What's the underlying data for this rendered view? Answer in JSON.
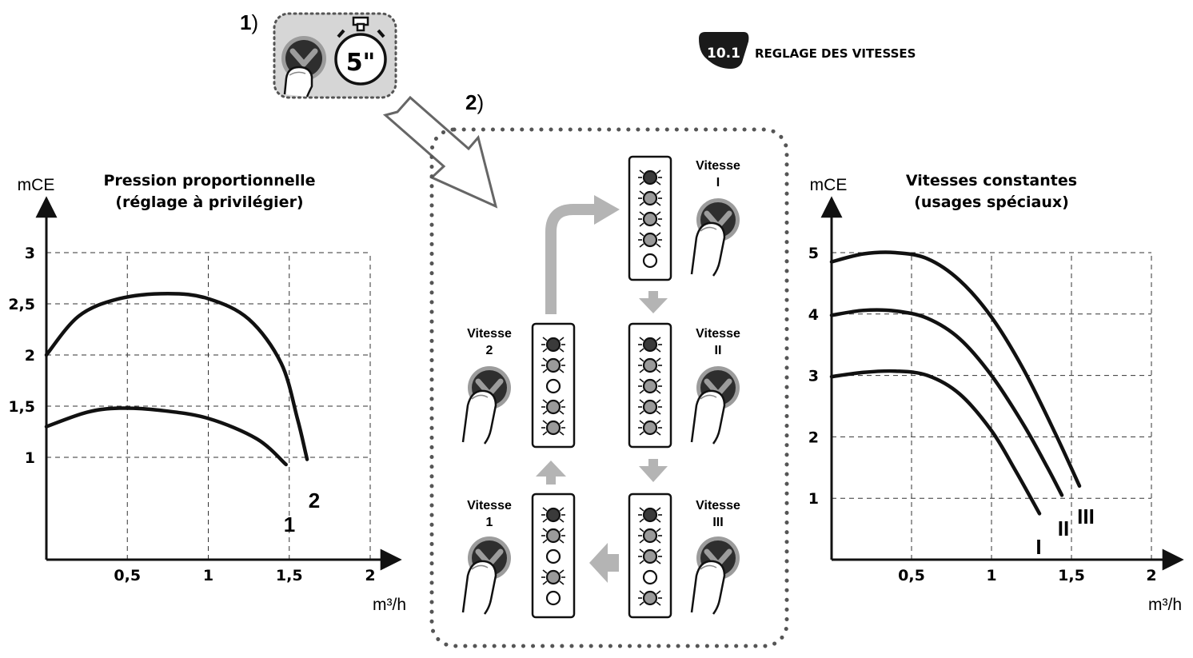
{
  "header": {
    "badge": "10.1",
    "section_title": "REGLAGE DES VITESSES"
  },
  "steps": {
    "step1": "1",
    "step2": "2",
    "step_suffix": ")",
    "timer_label": "5\""
  },
  "icons": {
    "button": "checkmark-button-icon",
    "finger": "finger-press-icon",
    "timer": "stopwatch-icon",
    "arrow": "flow-arrow-icon",
    "led": "led-indicator-icon"
  },
  "colors": {
    "led_on": "#3a3a3a",
    "led_mid": "#9a9a9a",
    "led_off": "#ffffff",
    "button_gray": "#9c9c9c",
    "arrow_gray": "#b4b4b4",
    "panel_gray": "#d6d6d6"
  },
  "speeds": [
    {
      "id": "I",
      "label_line1": "Vitesse",
      "label_line2": "I",
      "leds": [
        "on",
        "mid",
        "mid",
        "mid",
        "off"
      ]
    },
    {
      "id": "II",
      "label_line1": "Vitesse",
      "label_line2": "II",
      "leds": [
        "on",
        "mid",
        "mid",
        "mid",
        "mid"
      ]
    },
    {
      "id": "III",
      "label_line1": "Vitesse",
      "label_line2": "III",
      "leds": [
        "on",
        "mid",
        "mid",
        "off",
        "mid"
      ]
    },
    {
      "id": "1",
      "label_line1": "Vitesse",
      "label_line2": "1",
      "leds": [
        "on",
        "mid",
        "off",
        "mid",
        "off"
      ]
    },
    {
      "id": "2",
      "label_line1": "Vitesse",
      "label_line2": "2",
      "leds": [
        "on",
        "mid",
        "off",
        "mid",
        "mid"
      ]
    }
  ],
  "chart_data": [
    {
      "type": "line",
      "title": "Pression proportionnelle",
      "subtitle": "(réglage à privilégier)",
      "xlabel": "m³/h",
      "ylabel": "mCE",
      "xlim": [
        0,
        2.2
      ],
      "ylim": [
        0,
        3.4
      ],
      "xticks": [
        0.5,
        1,
        1.5,
        2
      ],
      "xtick_labels": [
        "0,5",
        "1",
        "1,5",
        "2"
      ],
      "yticks": [
        1,
        1.5,
        2,
        2.5,
        3
      ],
      "ytick_labels": [
        "1",
        "1,5",
        "2",
        "2,5",
        "3"
      ],
      "grid": "dashed",
      "series": [
        {
          "name": "1",
          "x": [
            0,
            0.25,
            0.45,
            0.7,
            1.0,
            1.3,
            1.48
          ],
          "y": [
            1.3,
            1.44,
            1.48,
            1.46,
            1.38,
            1.18,
            0.93
          ]
        },
        {
          "name": "2",
          "x": [
            0,
            0.2,
            0.45,
            0.75,
            1.0,
            1.25,
            1.45,
            1.55,
            1.6,
            1.61
          ],
          "y": [
            2.0,
            2.38,
            2.55,
            2.6,
            2.55,
            2.35,
            1.92,
            1.38,
            1.05,
            0.98
          ]
        }
      ]
    },
    {
      "type": "line",
      "title": "Vitesses constantes",
      "subtitle": "(usages spéciaux)",
      "xlabel": "m³/h",
      "ylabel": "mCE",
      "xlim": [
        0,
        2.0
      ],
      "ylim": [
        0,
        5.6
      ],
      "xticks": [
        0.5,
        1,
        1.5,
        2
      ],
      "xtick_labels": [
        "0,5",
        "1",
        "1,5",
        "2"
      ],
      "yticks": [
        1,
        2,
        3,
        4,
        5
      ],
      "ytick_labels": [
        "1",
        "2",
        "3",
        "4",
        "5"
      ],
      "grid": "dashed",
      "series": [
        {
          "name": "I",
          "x": [
            0,
            0.2,
            0.4,
            0.6,
            0.8,
            1.0,
            1.15,
            1.3
          ],
          "y": [
            2.98,
            3.05,
            3.07,
            3.0,
            2.7,
            2.1,
            1.45,
            0.75
          ]
        },
        {
          "name": "II",
          "x": [
            0,
            0.2,
            0.4,
            0.6,
            0.8,
            1.0,
            1.2,
            1.35,
            1.44
          ],
          "y": [
            3.98,
            4.06,
            4.05,
            3.93,
            3.6,
            3.0,
            2.2,
            1.5,
            1.05
          ]
        },
        {
          "name": "III",
          "x": [
            0,
            0.2,
            0.4,
            0.6,
            0.8,
            1.0,
            1.2,
            1.4,
            1.55
          ],
          "y": [
            4.85,
            4.98,
            5.0,
            4.9,
            4.55,
            3.95,
            3.1,
            2.05,
            1.2
          ]
        }
      ]
    }
  ]
}
